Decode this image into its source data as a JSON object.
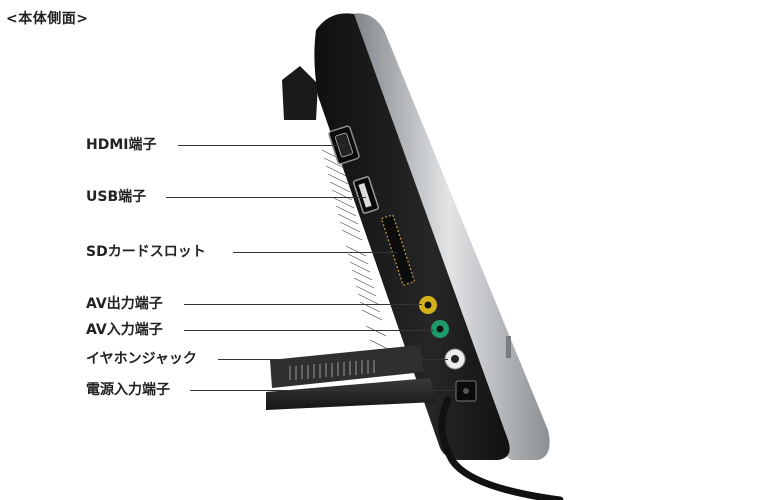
{
  "title": "<本体側面>",
  "labels": {
    "hdmi": "HDMI端子",
    "usb": "USB端子",
    "sd": "SDカードスロット",
    "av_out": "AV出力端子",
    "av_in": "AV入力端子",
    "earphone": "イヤホンジャック",
    "power": "電源入力端子"
  },
  "colors": {
    "body": "#1b1b1b",
    "bezel": "#b9bcc0",
    "av_out_jack": "#d4b21c",
    "av_in_jack": "#1f9a6a",
    "earphone_jack": "#e8e8e8",
    "stand": "#2a2a2a"
  }
}
